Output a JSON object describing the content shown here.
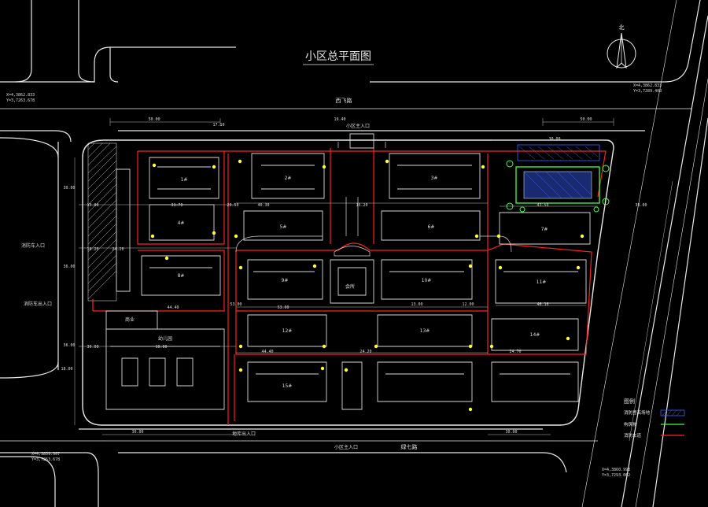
{
  "drawing": {
    "title": "小区总平面图",
    "north_label": "北",
    "colors": {
      "background": "#000000",
      "road": "#e8e8e8",
      "fire_lane": "#ff2020",
      "building": "#d8d8d8",
      "green": "#40ff40",
      "hatch": "#4060ff",
      "yellow": "#ffff40"
    }
  },
  "roads": {
    "top_road": "西飞路",
    "bottom_road": "绿七路"
  },
  "gates": {
    "top_main": "小区主入口",
    "bottom_main": "小区主入口",
    "bottom_secondary": "地库出入口",
    "left_main": "消防车入口",
    "left_secondary": "消防车出入口"
  },
  "coords": {
    "tl_x": "X=4,3862.833",
    "tl_y": "Y=3,7263.678",
    "tr_x": "X=4,3862.833",
    "tr_y": "Y=3,7289.403",
    "bl_x": "X=4,3859.567",
    "bl_y": "Y=3,7263.678",
    "br_x": "X=4,3860.993",
    "br_y": "Y=3,7293.062"
  },
  "legend": {
    "title": "图例",
    "items": [
      {
        "label": "消防登高场地",
        "kind": "hatch"
      },
      {
        "label": "构筑物",
        "kind": "green"
      },
      {
        "label": "消防车道",
        "kind": "red"
      }
    ]
  },
  "dimensions": [
    "50.00",
    "17.10",
    "19.40",
    "50.00",
    "13.00",
    "31.70",
    "20.50",
    "40.30",
    "15.20",
    "30.00",
    "14.20",
    "24.20",
    "44.40",
    "36.00",
    "36.00",
    "30.00",
    "10.00",
    "44.40",
    "24.20",
    "53.00",
    "12.00",
    "13.00",
    "53.00",
    "46.10",
    "24.70",
    "43.50",
    "30.00",
    "30.00",
    "30.00",
    "18.00",
    "30.00"
  ],
  "building_labels": [
    "1#",
    "2#",
    "3#",
    "4#",
    "5#",
    "6#",
    "7#",
    "8#",
    "9#",
    "10#",
    "11#",
    "12#",
    "13#",
    "14#",
    "15#"
  ],
  "building_texts": {
    "clubhouse": "会所",
    "school": "幼儿园",
    "commercial": "商业"
  }
}
